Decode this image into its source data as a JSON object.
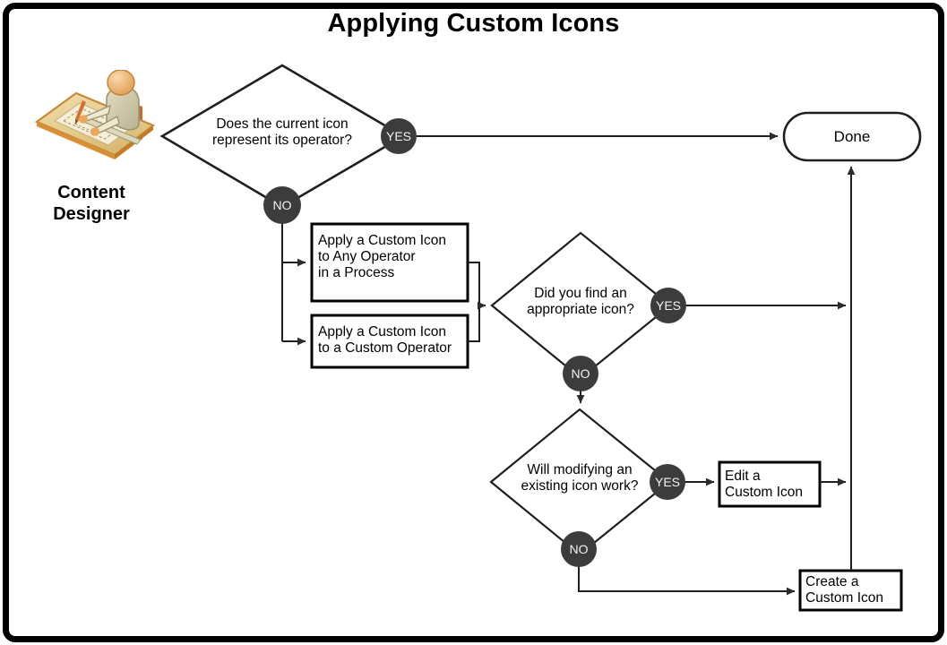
{
  "diagram": {
    "title": "Applying Custom Icons",
    "type": "flowchart",
    "frame_color": "#000000",
    "badge_color": "#3c3c3c",
    "badge_text_color": "#f2f2f2",
    "line_color": "#1a1a1a",
    "background": "#ffffff"
  },
  "role": {
    "icon_name": "content-designer-drafting-table-icon",
    "label": "Content\nDesigner",
    "label_line1": "Content",
    "label_line2": "Designer"
  },
  "nodes": {
    "decision1": {
      "shape": "diamond",
      "text": "Does the current icon\nrepresent its operator?",
      "line1": "Does the current icon",
      "line2": "represent its operator?"
    },
    "decision2": {
      "shape": "diamond",
      "text": "Did you find an\nappropriate icon?",
      "line1": "Did you find an",
      "line2": "appropriate icon?"
    },
    "decision3": {
      "shape": "diamond",
      "text": "Will modifying an\nexisting icon work?",
      "line1": "Will modifying an",
      "line2": "existing icon work?"
    },
    "process1": {
      "shape": "rectangle",
      "text": "Apply a Custom Icon\nto Any Operator\nin a Process"
    },
    "process2": {
      "shape": "rectangle",
      "text": "Apply a Custom Icon\nto a Custom Operator"
    },
    "process3": {
      "shape": "rectangle",
      "text": "Edit a\nCustom Icon"
    },
    "process4": {
      "shape": "rectangle",
      "text": "Create a\nCustom Icon"
    },
    "terminal": {
      "shape": "stadium",
      "text": "Done"
    }
  },
  "badges": {
    "yes1": "YES",
    "no1": "NO",
    "yes2": "YES",
    "no2": "NO",
    "yes3": "YES",
    "no3": "NO"
  },
  "chart_data": {
    "type": "diagram",
    "title": "Applying Custom Icons",
    "swimlane": "Content Designer",
    "steps": [
      {
        "id": "decision1",
        "kind": "decision",
        "label": "Does the current icon represent its operator?"
      },
      {
        "id": "process1",
        "kind": "process",
        "label": "Apply a Custom Icon to Any Operator in a Process"
      },
      {
        "id": "process2",
        "kind": "process",
        "label": "Apply a Custom Icon to a Custom Operator"
      },
      {
        "id": "decision2",
        "kind": "decision",
        "label": "Did you find an appropriate icon?"
      },
      {
        "id": "decision3",
        "kind": "decision",
        "label": "Will modifying an existing icon work?"
      },
      {
        "id": "process3",
        "kind": "process",
        "label": "Edit a Custom Icon"
      },
      {
        "id": "process4",
        "kind": "process",
        "label": "Create a Custom Icon"
      },
      {
        "id": "terminal",
        "kind": "terminal",
        "label": "Done"
      }
    ],
    "edges": [
      {
        "from": "decision1",
        "to": "terminal",
        "label": "YES"
      },
      {
        "from": "decision1",
        "to": "process1",
        "label": "NO"
      },
      {
        "from": "decision1",
        "to": "process2",
        "label": "NO"
      },
      {
        "from": "process1",
        "to": "decision2",
        "label": ""
      },
      {
        "from": "process2",
        "to": "decision2",
        "label": ""
      },
      {
        "from": "decision2",
        "to": "terminal",
        "label": "YES"
      },
      {
        "from": "decision2",
        "to": "decision3",
        "label": "NO"
      },
      {
        "from": "decision3",
        "to": "process3",
        "label": "YES"
      },
      {
        "from": "decision3",
        "to": "process4",
        "label": "NO"
      },
      {
        "from": "process3",
        "to": "terminal",
        "label": ""
      },
      {
        "from": "process4",
        "to": "terminal",
        "label": ""
      }
    ]
  }
}
